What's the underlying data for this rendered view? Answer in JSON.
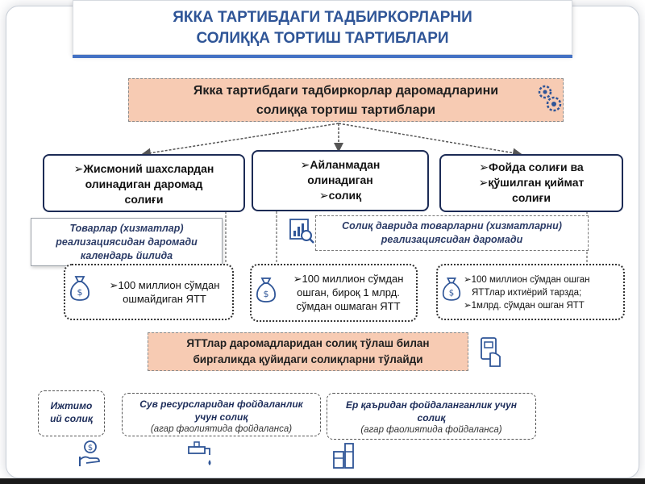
{
  "header": {
    "title_line1": "ЯККА ТАРТИБДАГИ ТАДБИРКОРЛАРНИ",
    "title_line2": "СОЛИҚҚА ТОРТИШ ТАРТИБЛАРИ"
  },
  "main": {
    "line1": "Якка тартибдаги тадбиркорлар даромадларини",
    "line2": "солиққа тортиш тартиблари"
  },
  "regimes": [
    {
      "lines": [
        "➢Жисмоний шахслардан",
        "олинадиган даромад",
        "солиғи"
      ]
    },
    {
      "lines": [
        "➢Айланмадан",
        "олинадиган",
        "➢солиқ"
      ]
    },
    {
      "lines": [
        "➢Фойда солиғи ва",
        "➢қўшилган қиймат",
        "солиғи"
      ]
    }
  ],
  "notes": {
    "left": [
      "Товарлар (хизматлар)",
      "реализациясидан даромади",
      "календарь йилида"
    ],
    "right": [
      "Солиқ даврида товарларни (хизматларни)",
      "реализациясидан даромади"
    ]
  },
  "thresholds": [
    {
      "lines": [
        "➢100 миллион сўмдан",
        "ошмайдиган ЯТТ"
      ]
    },
    {
      "lines": [
        "➢100 миллион сўмдан",
        "ошган, бироқ 1 млрд.",
        "сўмдан ошмаган ЯТТ"
      ]
    },
    {
      "lines": [
        "➢100 миллион сўмдан ошган",
        "ЯТТлар ихтиёрий тарзда;",
        "➢1млрд. сўмдан ошган ЯТТ"
      ]
    }
  ],
  "pay": {
    "line1": "ЯТТлар даромадларидан солиқ тўлаш билан",
    "line2": "биргаликда қуйидаги солиқларни тўлайди"
  },
  "taxes": [
    {
      "lines": [
        "Ижтимо",
        "ий солиқ"
      ]
    },
    {
      "lines": [
        "Сув ресурсларидан фойдаланлик",
        "учун солиқ"
      ],
      "sub": "(агар фаолиятида фойдаланса)"
    },
    {
      "lines": [
        "Ер қаъридан фойдаланганлик учун",
        "солиқ"
      ],
      "sub": "(агар фаолиятида фойдаланса)"
    }
  ],
  "colors": {
    "title_blue": "#2f5597",
    "accent_blue": "#4472c4",
    "peach": "#f7cbb3",
    "navy": "#1c2b55"
  },
  "icons": [
    "businessman-icon",
    "gears-icon",
    "money-bag-icon",
    "chart-magnifier-icon",
    "card-payment-icon",
    "hand-coin-icon",
    "faucet-icon",
    "mining-icon"
  ]
}
